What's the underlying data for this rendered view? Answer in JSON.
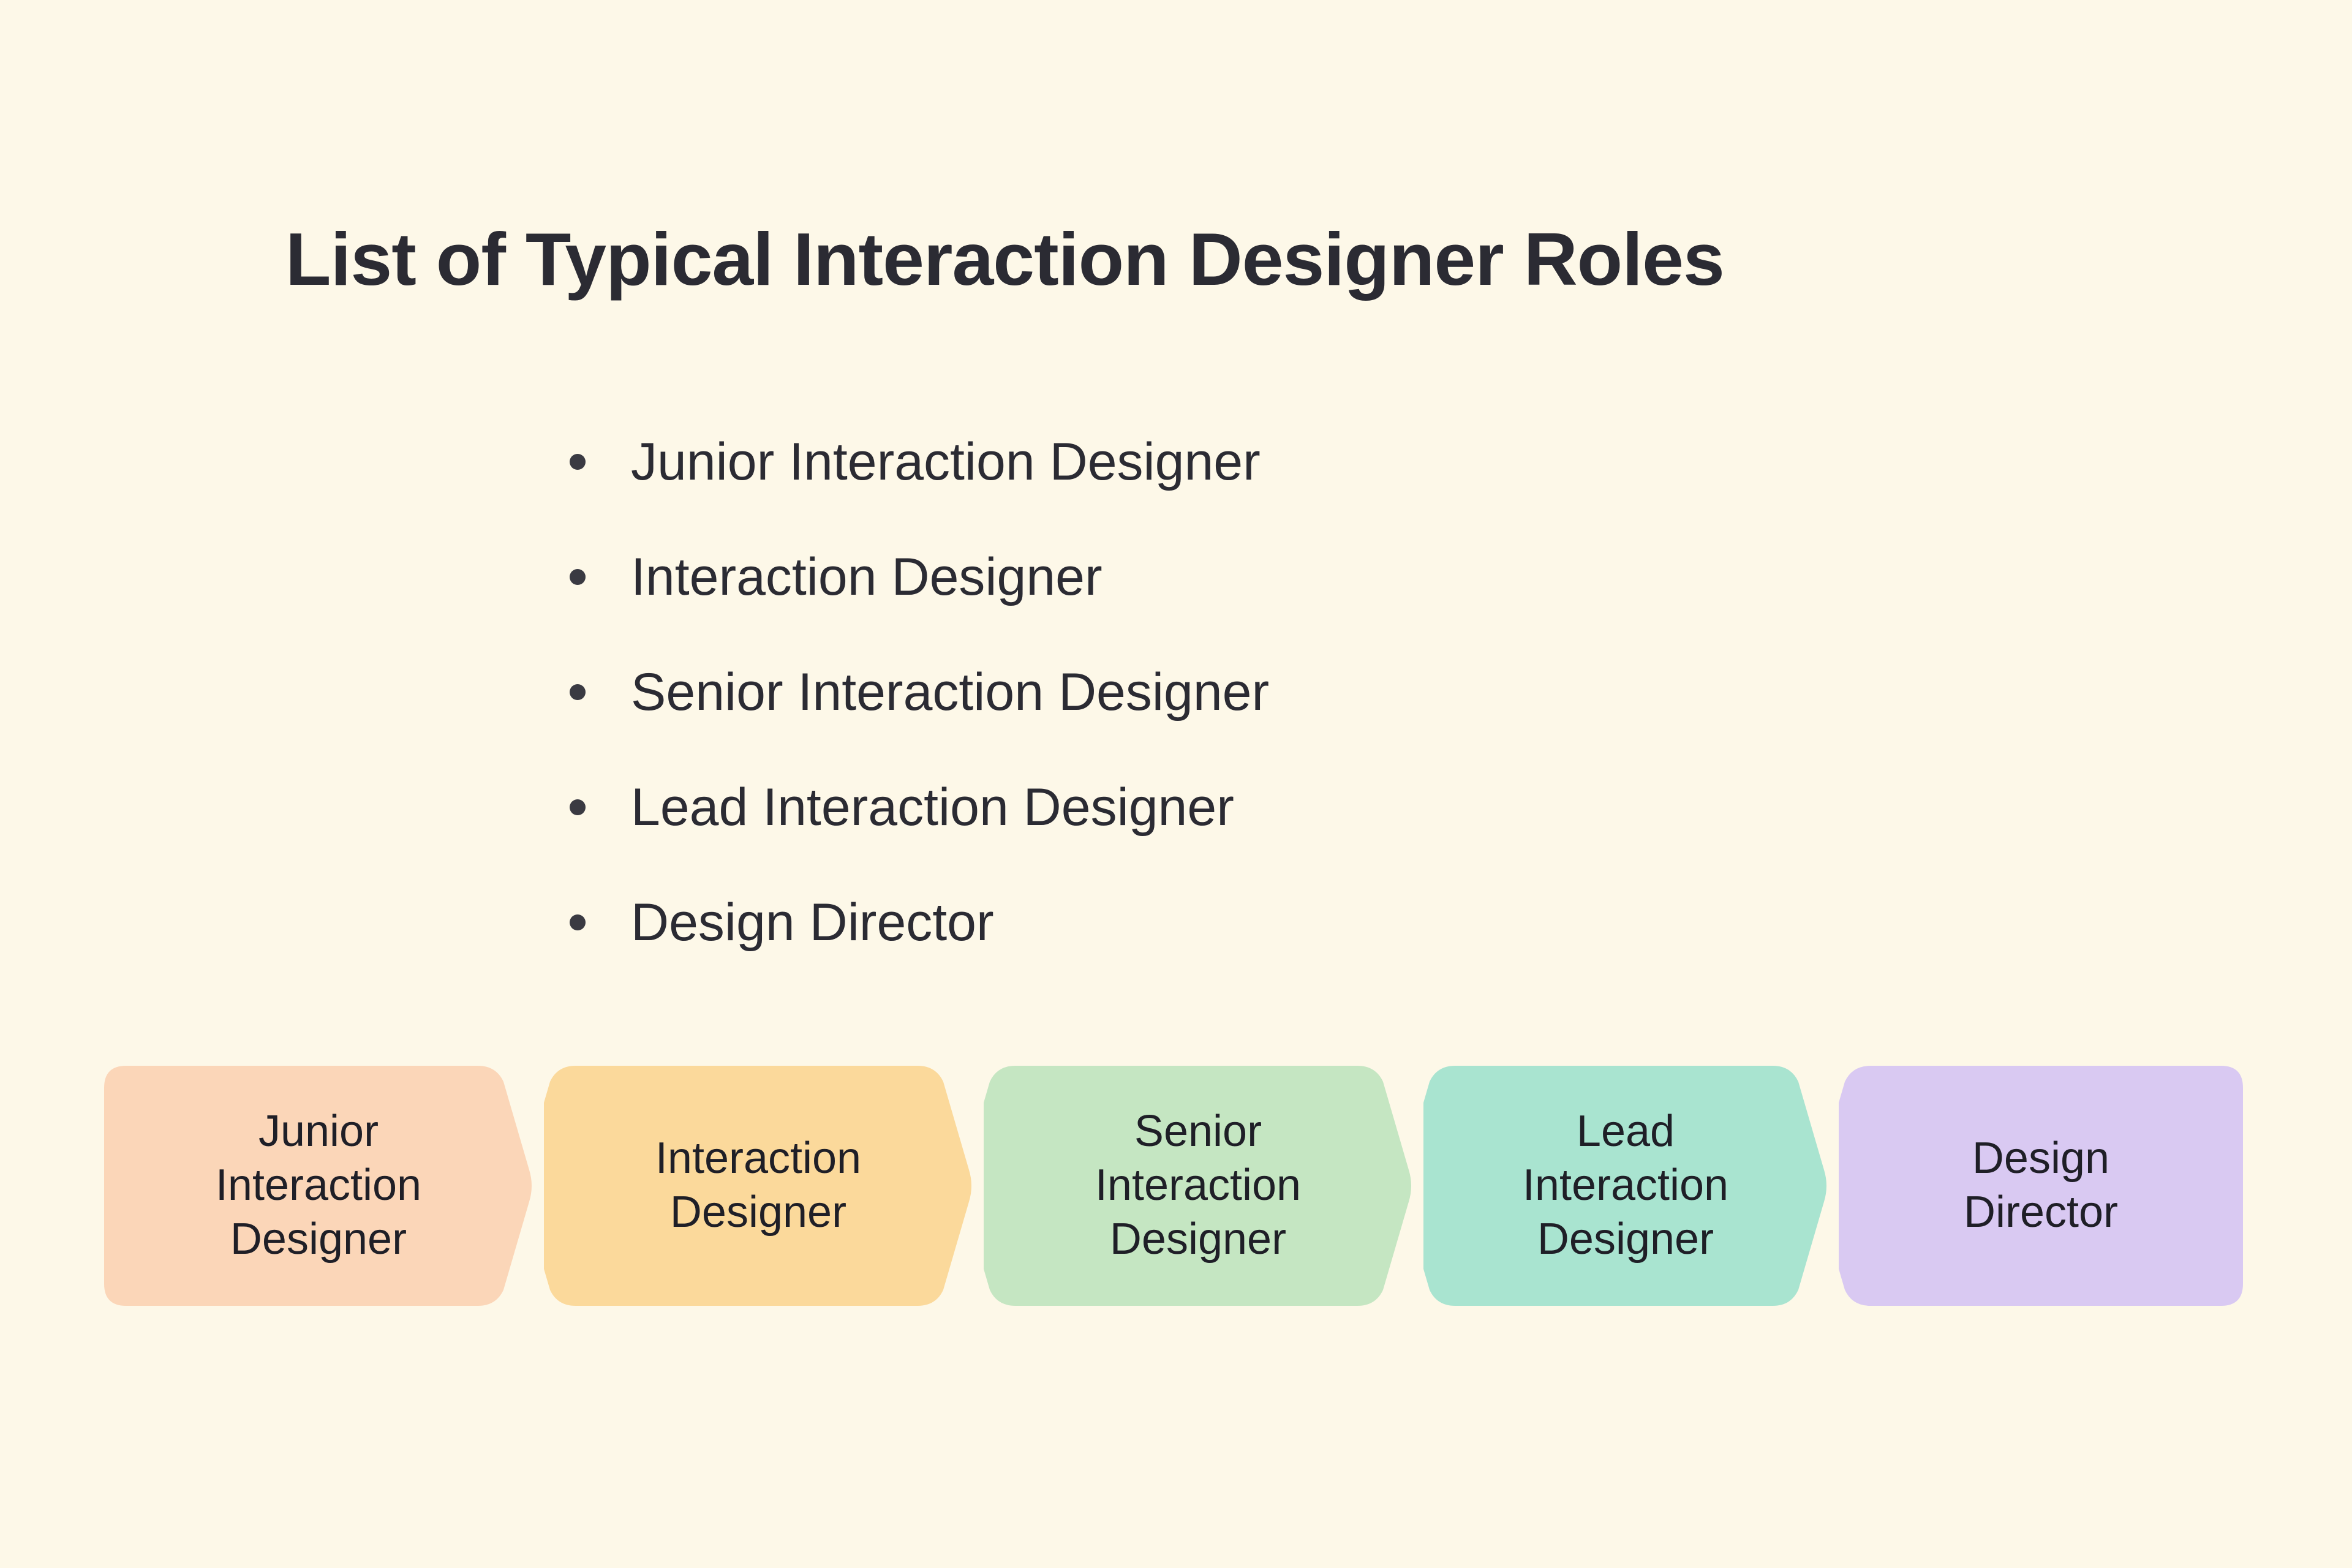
{
  "page": {
    "background_color": "#FDF8E8",
    "text_color": "#2B2B33"
  },
  "header": {
    "title": "List of Typical Interaction Designer Roles"
  },
  "roles_list": {
    "bullet_icon": "bullet-dot",
    "items": [
      {
        "label": "Junior Interaction Designer"
      },
      {
        "label": "Interaction Designer"
      },
      {
        "label": "Senior Interaction Designer"
      },
      {
        "label": "Lead Interaction Designer"
      },
      {
        "label": "Design Director"
      }
    ]
  },
  "chevron_flow": {
    "steps": [
      {
        "label": "Junior\nInteraction\nDesigner",
        "line1": "Junior",
        "line2": "Interaction",
        "line3": "Designer",
        "color": "#FBD6B8"
      },
      {
        "label": "Interaction\nDesigner",
        "line1": "Interaction",
        "line2": "Designer",
        "line3": "",
        "color": "#FBD99B"
      },
      {
        "label": "Senior\nInteraction\nDesigner",
        "line1": "Senior",
        "line2": "Interaction",
        "line3": "Designer",
        "color": "#C5E6C2"
      },
      {
        "label": "Lead\nInteraction\nDesigner",
        "line1": "Lead",
        "line2": "Interaction",
        "line3": "Designer",
        "color": "#A9E4D0"
      },
      {
        "label": "Design\nDirector",
        "line1": "Design",
        "line2": "Director",
        "line3": "",
        "color": "#D9C9F2"
      }
    ]
  }
}
